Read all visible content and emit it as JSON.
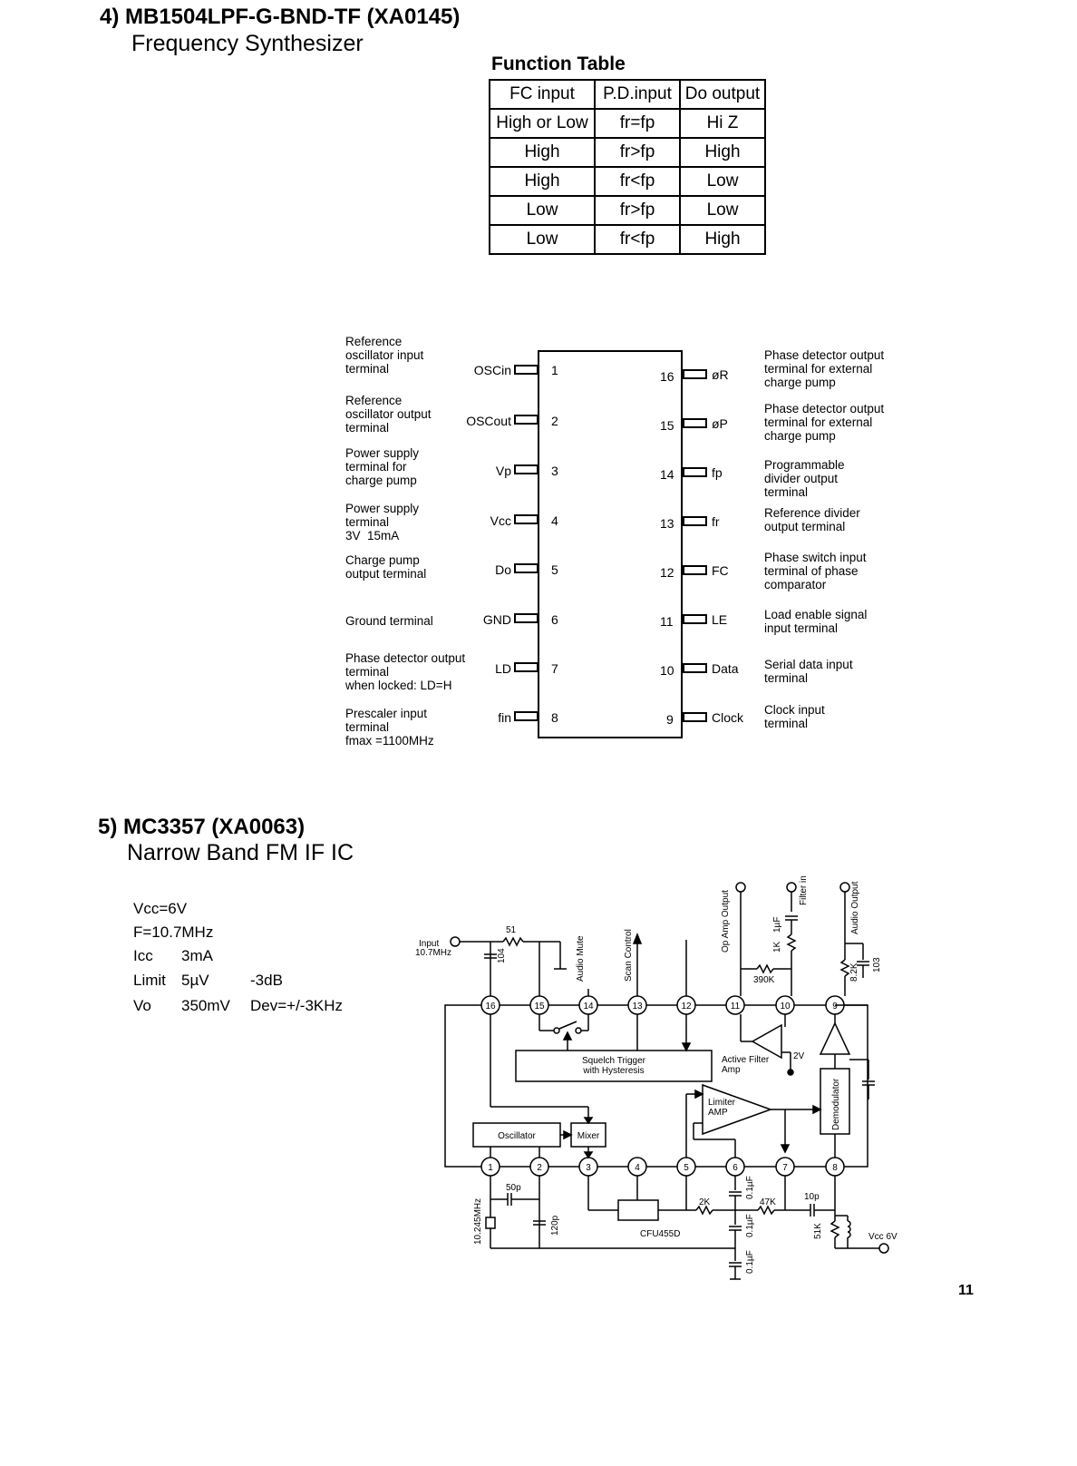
{
  "section4": {
    "title": "4) MB1504LPF-G-BND-TF  (XA0145)",
    "subtitle": "Frequency Synthesizer"
  },
  "function_table": {
    "title": "Function Table",
    "headers": [
      "FC input",
      "P.D.input",
      "Do output"
    ],
    "rows": [
      [
        "High or Low",
        "fr=fp",
        "Hi Z"
      ],
      [
        "High",
        "fr>fp",
        "High"
      ],
      [
        "High",
        "fr<fp",
        "Low"
      ],
      [
        "Low",
        "fr>fp",
        "Low"
      ],
      [
        "Low",
        "fr<fp",
        "High"
      ]
    ]
  },
  "ic_pinout": {
    "left_pins": [
      {
        "num": "1",
        "name": "OSCin",
        "desc": "Reference\noscillator input\nterminal"
      },
      {
        "num": "2",
        "name": "OSCout",
        "desc": "Reference\noscillator output\nterminal"
      },
      {
        "num": "3",
        "name": "Vp",
        "desc": "Power supply\nterminal for\ncharge pump"
      },
      {
        "num": "4",
        "name": "Vcc",
        "desc": "Power supply\nterminal\n3V  15mA"
      },
      {
        "num": "5",
        "name": "Do",
        "desc": "Charge pump\noutput terminal"
      },
      {
        "num": "6",
        "name": "GND",
        "desc": "Ground terminal"
      },
      {
        "num": "7",
        "name": "LD",
        "desc": "Phase detector output\nterminal\nwhen locked: LD=H"
      },
      {
        "num": "8",
        "name": "fin",
        "desc": "Prescaler input\nterminal\nfmax =1100MHz"
      }
    ],
    "right_pins": [
      {
        "num": "16",
        "name": "øR",
        "desc": "Phase detector output\nterminal for external\ncharge pump"
      },
      {
        "num": "15",
        "name": "øP",
        "desc": "Phase detector output\nterminal for external\ncharge pump"
      },
      {
        "num": "14",
        "name": "fp",
        "desc": "Programmable\ndivider output\nterminal"
      },
      {
        "num": "13",
        "name": "fr",
        "desc": "Reference divider\noutput terminal"
      },
      {
        "num": "12",
        "name": "FC",
        "desc": "Phase switch input\nterminal of phase\ncomparator"
      },
      {
        "num": "11",
        "name": "LE",
        "desc": "Load enable signal\ninput terminal"
      },
      {
        "num": "10",
        "name": "Data",
        "desc": "Serial data input\nterminal"
      },
      {
        "num": "9",
        "name": "Clock",
        "desc": "Clock input\nterminal"
      }
    ]
  },
  "section5": {
    "title": "5) MC3357  (XA0063)",
    "subtitle": "Narrow Band FM IF IC"
  },
  "specs": {
    "vcc": "Vcc=6V",
    "freq": "F=10.7MHz",
    "icc_label": "Icc",
    "icc_value": "3mA",
    "limit_label": "Limit",
    "limit_value": "5µV",
    "limit_extra": "-3dB",
    "vo_label": "Vo",
    "vo_value": "350mV",
    "vo_extra": "Dev=+/-3KHz"
  },
  "schematic": {
    "input": "Input",
    "input_freq": "10.7MHz",
    "r51": "51",
    "c104": "104",
    "audio_mute": "Audio Mute",
    "scan_control": "Scan Control",
    "op_amp_output": "Op Amp Output",
    "filter_in": "Filter in",
    "audio_output": "Audio Output",
    "c1uf": "1µF",
    "r1k": "1K",
    "r390k": "390K",
    "r82k": "8.2K",
    "c103": "103",
    "squelch1": "Squelch Trigger",
    "squelch2": "with Hysteresis",
    "active_filter1": "Active Filter",
    "active_filter2": "Amp",
    "v2": "2V",
    "limiter1": "Limiter",
    "limiter2": "AMP",
    "demodulator": "Demodulator",
    "oscillator": "Oscillator",
    "mixer": "Mixer",
    "c50p": "50p",
    "xtal": "10.245MHz",
    "c120p": "120p",
    "r2k": "2K",
    "cfu": "CFU455D",
    "c01a": "0.1µF",
    "c01b": "0.1µF",
    "c01c": "0.1µF",
    "r47k": "47K",
    "c10p": "10p",
    "r51k": "51K",
    "vcc6": "Vcc 6V",
    "pins_top": [
      "16",
      "15",
      "14",
      "13",
      "12",
      "11",
      "10",
      "9"
    ],
    "pins_bottom": [
      "1",
      "2",
      "3",
      "4",
      "5",
      "6",
      "7",
      "8"
    ]
  },
  "page_number": "11"
}
